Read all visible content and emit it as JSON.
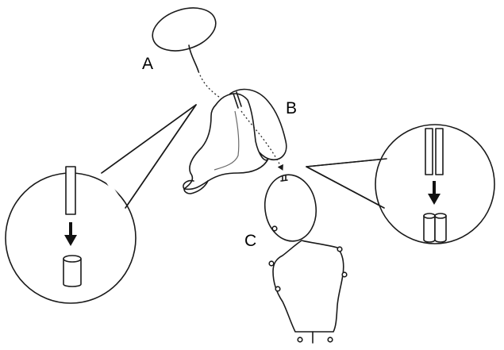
{
  "labels": {
    "a": "A",
    "b": "B",
    "c": "C"
  },
  "colors": {
    "stroke": "#1a1a1a",
    "background": "#ffffff",
    "arrow": "#111111"
  },
  "icons": {
    "down_arrow": "down-arrow-icon"
  }
}
